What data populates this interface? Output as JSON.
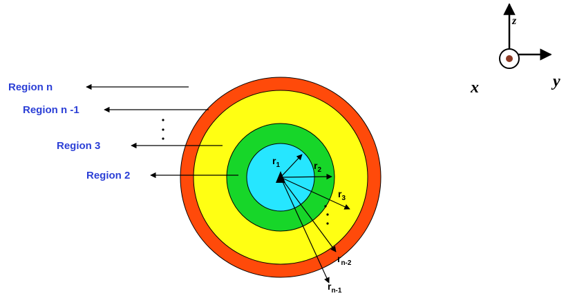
{
  "colors": {
    "region_outer": "#ff4a0a",
    "region_yellow": "#ffff13",
    "region_green": "#17d629",
    "region_core": "#26e6ff",
    "label_blue": "#2b3fd6",
    "line": "#000000"
  },
  "labels": {
    "region_n": "Region n",
    "region_n_minus_1": "Region n -1",
    "region_3": "Region 3",
    "region_2": "Region 2"
  },
  "radii": {
    "r1": {
      "base": "r",
      "sub": "1"
    },
    "r2": {
      "base": "r",
      "sub": "2"
    },
    "r3": {
      "base": "r",
      "sub": "3"
    },
    "rn2": {
      "base": "r",
      "sub": "n-2"
    },
    "rn1": {
      "base": "r",
      "sub": "n-1"
    }
  },
  "axes": {
    "x": "x",
    "y": "y",
    "z": "z"
  }
}
